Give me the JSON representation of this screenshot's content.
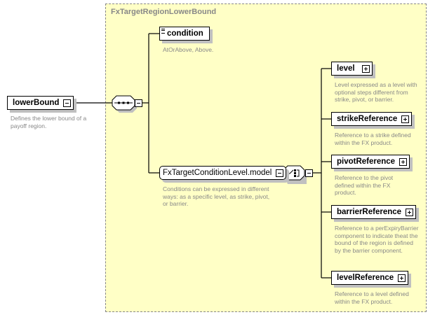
{
  "group": {
    "title": "FxTargetRegionLowerBound"
  },
  "root": {
    "name": "lowerBound",
    "description": "Defines the lower bound of a payoff region."
  },
  "condition": {
    "name": "condition",
    "description": "AtOrAbove, Above."
  },
  "model": {
    "name": "FxTargetConditionLevel.model",
    "description": "Conditions can be expressed in different ways: as a specific level, as strike, pivot, or barrier."
  },
  "children": [
    {
      "name": "level",
      "description": "Level expressed as a level with optional steps different from strike, pivot, or barrier."
    },
    {
      "name": "strikeReference",
      "description": "Reference to a strike defined within the FX product."
    },
    {
      "name": "pivotReference",
      "description": "Reference to the pivot defined within the FX product."
    },
    {
      "name": "barrierReference",
      "description": "Reference to a perExpiryBarrier component to indicate theat the bound of the region is defined by the barrier component."
    },
    {
      "name": "levelReference",
      "description": "Reference to a level defined within the FX product."
    }
  ]
}
